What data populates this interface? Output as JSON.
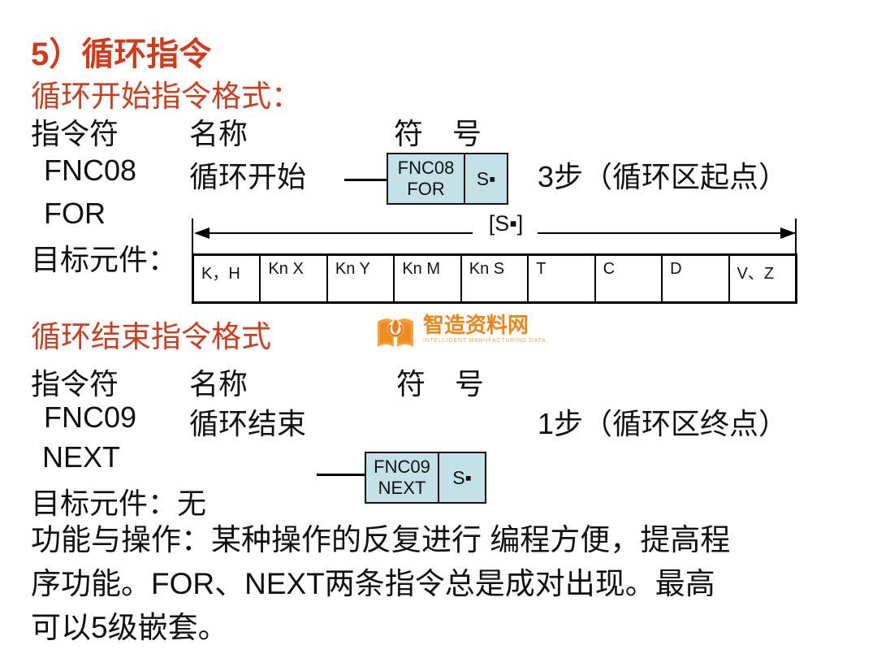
{
  "slide": {
    "title": "5）循环指令",
    "section_start": {
      "heading": "循环开始指令格式：",
      "headers": {
        "col1": "指令符",
        "col2": "名称",
        "col3": "符　号"
      },
      "mnemonic_code": "FNC08",
      "mnemonic_name": "FOR",
      "instruction_name": "循环开始",
      "symbol_box": {
        "line1": "FNC08",
        "line2": "FOR",
        "operand": "S▪"
      },
      "steps_note": "3步（循环区起点）",
      "target_label": "目标元件：",
      "operand_span_label": "[S▪]",
      "operand_table": [
        "K，H",
        "Kn X",
        "Kn Y",
        "Kn M",
        "Kn S",
        "T",
        "C",
        "D",
        "V、Z"
      ]
    },
    "watermark": {
      "name": "智造资料网",
      "tagline": "INTELLIGENT MANUFACTURING DATA"
    },
    "section_end": {
      "heading": "循环结束指令格式",
      "headers": {
        "col1": "指令符",
        "col2": "名称",
        "col3": "符　号"
      },
      "mnemonic_code": "FNC09",
      "mnemonic_name": "NEXT",
      "instruction_name": "循环结束",
      "symbol_box": {
        "line1": "FNC09",
        "line2": "NEXT",
        "operand": "S▪"
      },
      "steps_note": "1步（循环区终点）",
      "target_label": "目标元件：无"
    },
    "description_lines": [
      "功能与操作：某种操作的反复进行 编程方便，提高程",
      "序功能。FOR、NEXT两条指令总是成对出现。最高",
      "可以5级嵌套。"
    ],
    "colors": {
      "heading_red": "#d23a1c",
      "box_fill": "#c3e1e6",
      "logo_orange": "#ee8519"
    }
  }
}
